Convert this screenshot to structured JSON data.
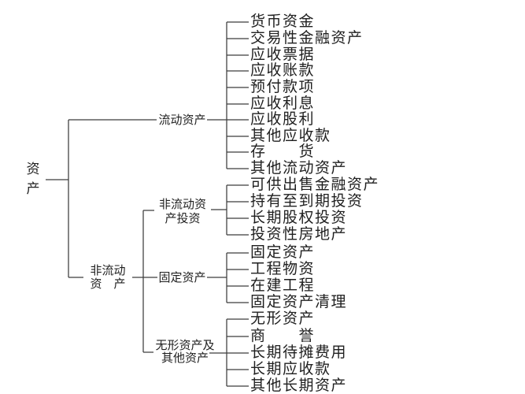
{
  "diagram": {
    "root": {
      "lines": [
        "资",
        "产"
      ]
    },
    "level1": {
      "current_assets": {
        "label": "流动资产"
      },
      "non_current_assets": {
        "lines": [
          "非流动",
          "资　产"
        ]
      }
    },
    "level2": {
      "non_current_investments": {
        "lines": [
          "非流动资",
          "产投资"
        ]
      },
      "fixed_assets_group": {
        "label": "固定资产"
      },
      "intangible_other_assets": {
        "lines": [
          "无形资产及",
          "其他资产"
        ]
      }
    },
    "leaves": {
      "current": [
        "货币资金",
        "交易性金融资产",
        "应收票据",
        "应收账款",
        "预付款项",
        "应收利息",
        "应收股利",
        "其他应收款",
        "存　　货",
        "其他流动资产"
      ],
      "investments": [
        "可供出售金融资产",
        "持有至到期投资",
        "长期股权投资",
        "投资性房地产"
      ],
      "fixed": [
        "固定资产",
        "工程物资",
        "在建工程",
        "固定资产清理"
      ],
      "intangible": [
        "无形资产",
        "商　　誉",
        "长期待摊费用",
        "长期应收款",
        "其他长期资产"
      ]
    }
  },
  "colors": {
    "line": "#3c3c3c",
    "text": "#1f1f1f",
    "background": "#ffffff"
  }
}
